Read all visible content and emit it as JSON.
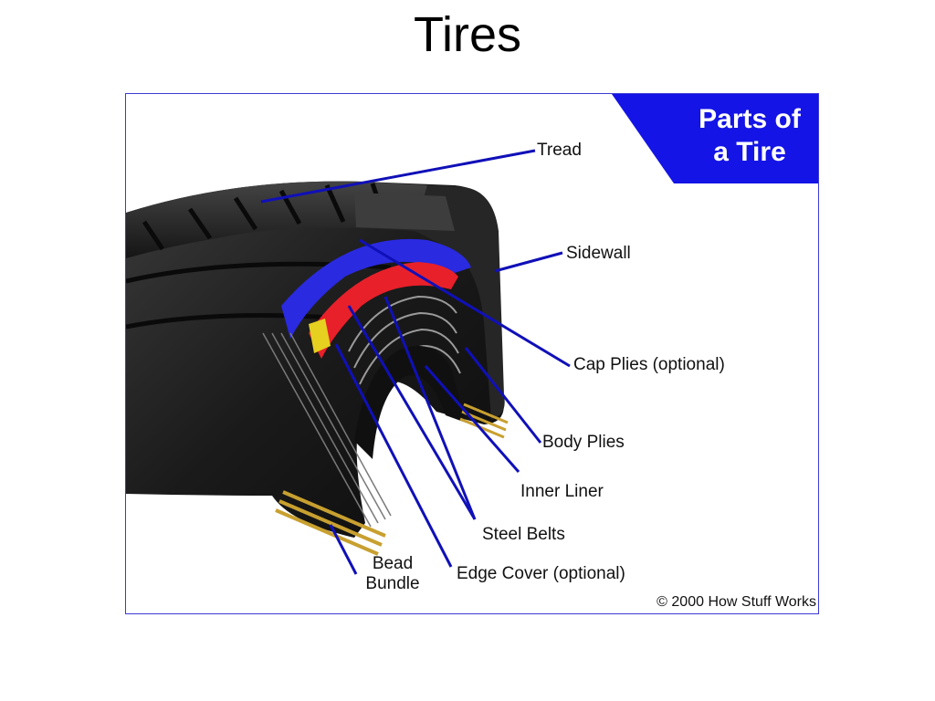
{
  "slide": {
    "title": "Tires"
  },
  "diagram": {
    "banner_line1": "Parts of",
    "banner_line2": "a Tire",
    "copyright": "© 2000 How Stuff Works",
    "labels": {
      "tread": "Tread",
      "sidewall": "Sidewall",
      "cap_plies": "Cap Plies (optional)",
      "body_plies": "Body Plies",
      "inner_liner": "Inner Liner",
      "steel_belts": "Steel Belts",
      "edge_cover": "Edge Cover (optional)",
      "bead_line1": "Bead",
      "bead_line2": "Bundle"
    }
  },
  "colors": {
    "banner_blue": "#1414e6",
    "leader_blue": "#1010b8",
    "tire_black": "#1c1c1c",
    "cap_ply_blue": "#2a2ae0",
    "steel_belt_red": "#e8202a",
    "bead_gold": "#c8a030"
  }
}
